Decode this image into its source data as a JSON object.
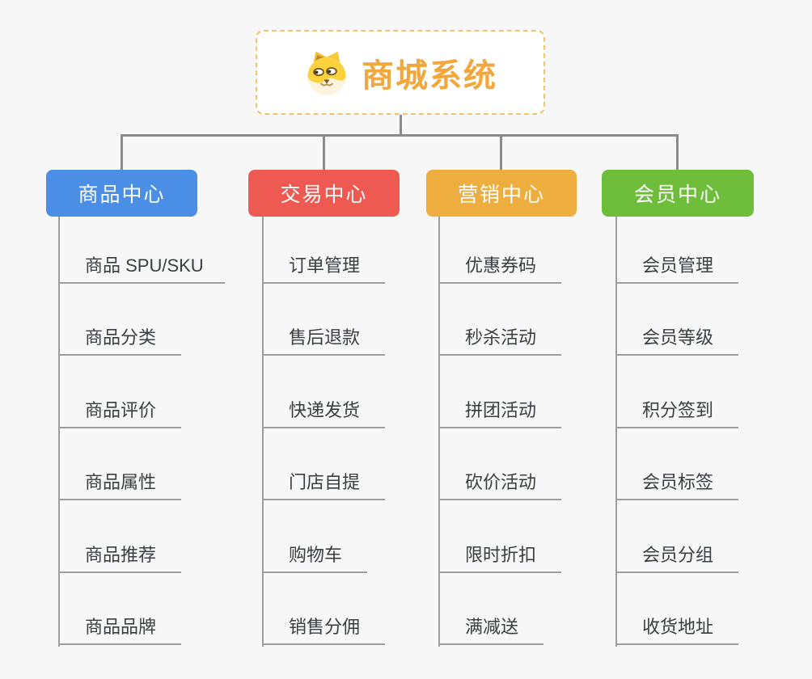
{
  "canvas": {
    "background": "#f7f7f7"
  },
  "root": {
    "label": "商城系统",
    "text_color": "#f1a73b",
    "border_color": "#f3c271",
    "icon": "doge-face-icon"
  },
  "connector_color": "#8b8b8b",
  "underline_color": "#9e9e9e",
  "item_text_color": "#3a3e43",
  "branches": [
    {
      "id": "product",
      "label": "商品中心",
      "color": "#4a8ee6",
      "items": [
        "商品 SPU/SKU",
        "商品分类",
        "商品评价",
        "商品属性",
        "商品推荐",
        "商品品牌"
      ]
    },
    {
      "id": "trade",
      "label": "交易中心",
      "color": "#ee5a52",
      "items": [
        "订单管理",
        "售后退款",
        "快递发货",
        "门店自提",
        "购物车",
        "销售分佣"
      ]
    },
    {
      "id": "marketing",
      "label": "营销中心",
      "color": "#eeae3f",
      "items": [
        "优惠券码",
        "秒杀活动",
        "拼团活动",
        "砍价活动",
        "限时折扣",
        "满减送"
      ]
    },
    {
      "id": "member",
      "label": "会员中心",
      "color": "#6ebe3c",
      "items": [
        "会员管理",
        "会员等级",
        "积分签到",
        "会员标签",
        "会员分组",
        "收货地址"
      ]
    }
  ]
}
